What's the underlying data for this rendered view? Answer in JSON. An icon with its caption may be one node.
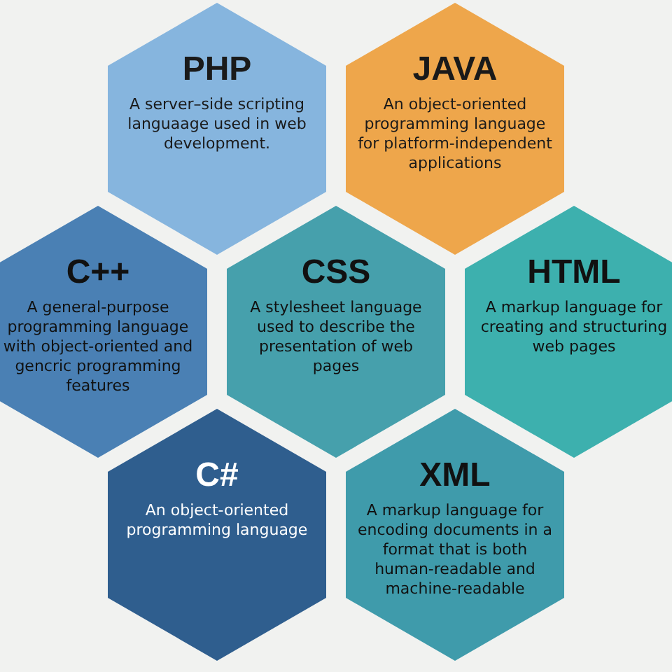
{
  "diagram": {
    "nodes": [
      {
        "text": [
          "PHP",
          "A server–side scripting languaage used in web development."
        ]
      },
      {
        "text": [
          "JAVA",
          "An object-oriented programming language for platform-independent applications"
        ]
      },
      {
        "text": [
          "C++",
          "A general-purpose programming language with object-oriented and gencric programming features"
        ]
      },
      {
        "text": [
          "CSS",
          "A stylesheet language used to describe the presentation of web pages"
        ]
      },
      {
        "text": [
          "HTML",
          "A markup language for creating and structuring web pages"
        ]
      },
      {
        "text": [
          "C#",
          "An object-oriented programming language"
        ]
      },
      {
        "text": [
          "XML",
          "A markup language for encoding documents in a format that is both human-readable and machine-readable"
        ]
      }
    ],
    "edges": []
  }
}
